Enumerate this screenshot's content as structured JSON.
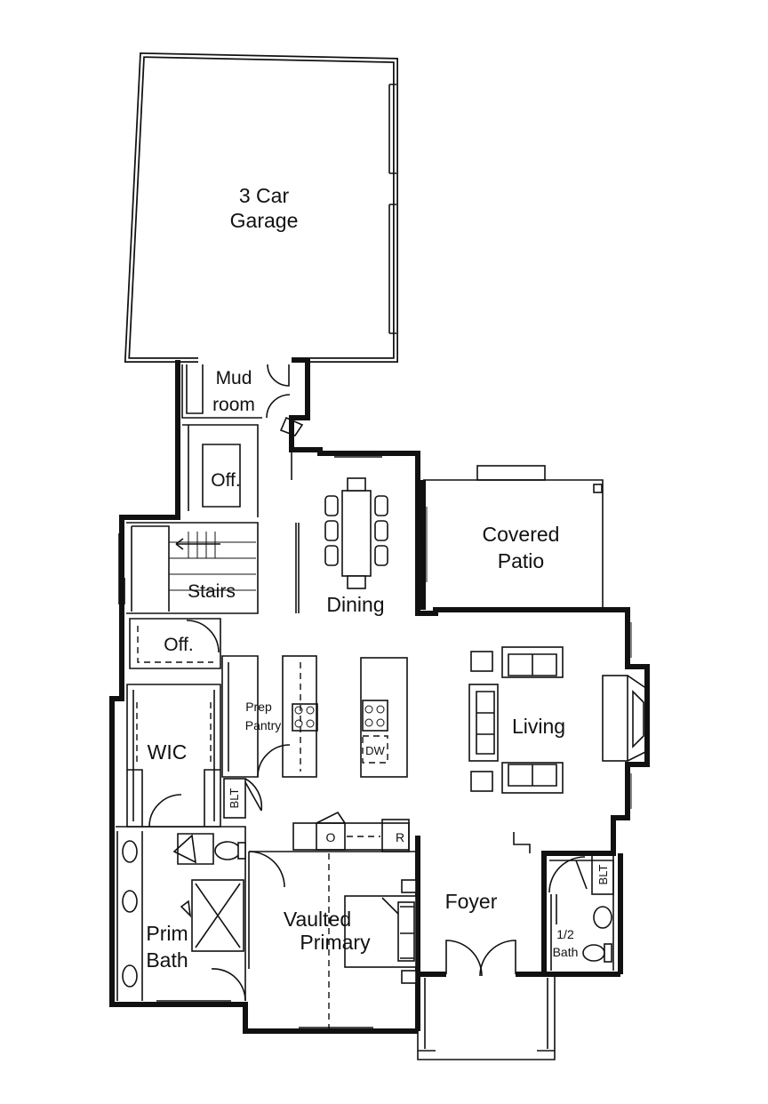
{
  "plan": {
    "rooms": {
      "garage": [
        "3 Car",
        "Garage"
      ],
      "mudroom": [
        "Mud",
        "room"
      ],
      "office_upper": "Off.",
      "stairs": "Stairs",
      "dining": "Dining",
      "covered_patio": [
        "Covered",
        "Patio"
      ],
      "office_lower": "Off.",
      "wic": "WIC",
      "prep_pantry": [
        "Prep",
        "Pantry"
      ],
      "living": "Living",
      "blt_left": "BLT",
      "blt_right": "BLT",
      "oven": "O",
      "refrigerator": "R",
      "dishwasher": "DW",
      "foyer": "Foyer",
      "vaulted_primary": [
        "Vaulted",
        "Primary"
      ],
      "prim_bath": [
        "Prim",
        "Bath"
      ],
      "half_bath": [
        "1/2",
        "Bath"
      ]
    }
  }
}
